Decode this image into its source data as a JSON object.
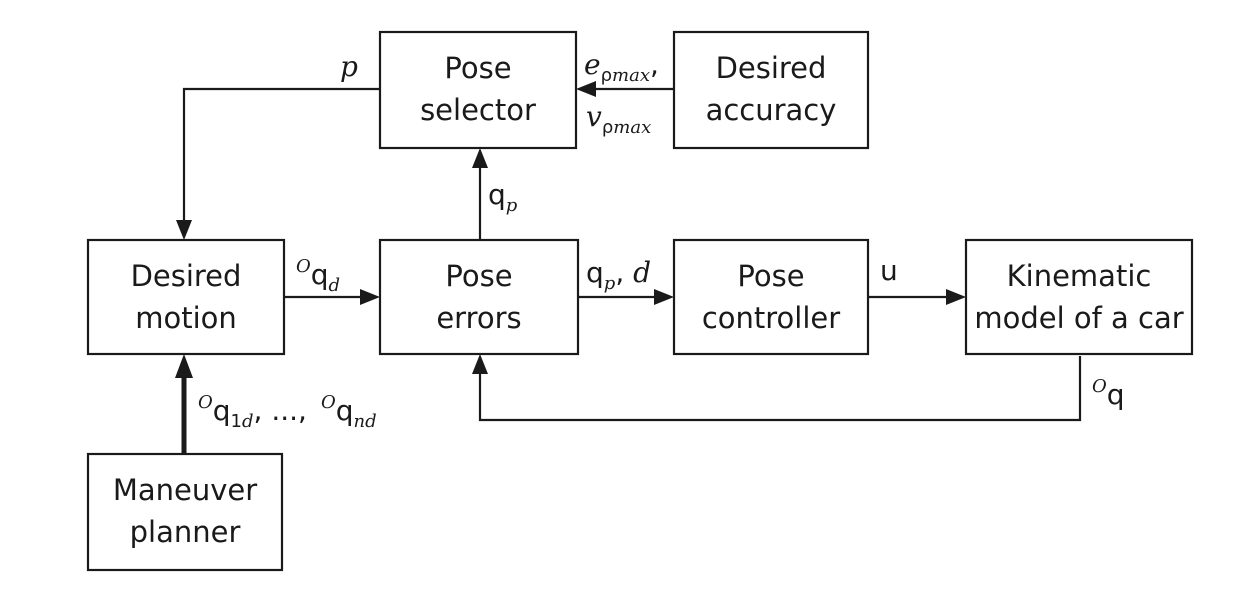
{
  "blocks": {
    "pose_selector": [
      "Pose",
      "selector"
    ],
    "desired_accuracy": [
      "Desired",
      "accuracy"
    ],
    "desired_motion": [
      "Desired",
      "motion"
    ],
    "pose_errors": [
      "Pose",
      "errors"
    ],
    "pose_controller": [
      "Pose",
      "controller"
    ],
    "kinematic_model": [
      "Kinematic",
      "model of a car"
    ],
    "maneuver_planner": [
      "Maneuver",
      "planner"
    ]
  },
  "signals": {
    "p": {
      "main": "p"
    },
    "e_rho_max": {
      "main": "e",
      "sub_greek": "ρ",
      "sub": "max",
      "trail": ","
    },
    "v_rho_max": {
      "main": "v",
      "sub_greek": "ρ",
      "sub": "max"
    },
    "q_p_up": {
      "main": "q",
      "sub": "p"
    },
    "Oq_d": {
      "sup": "O",
      "main": "q",
      "sub": "d"
    },
    "q_p_d": {
      "main": "q",
      "sub": "p",
      "sep": ", ",
      "second": "d"
    },
    "u": {
      "main": "u"
    },
    "Oq_feedback": {
      "sup": "O",
      "main": "q"
    },
    "Oq_list": {
      "sup1": "O",
      "main1": "q",
      "sub1_num": "1",
      "sub1": "d",
      "mid": ", ...,",
      "sup2": "O",
      "main2": "q",
      "sub2": "nd"
    }
  }
}
